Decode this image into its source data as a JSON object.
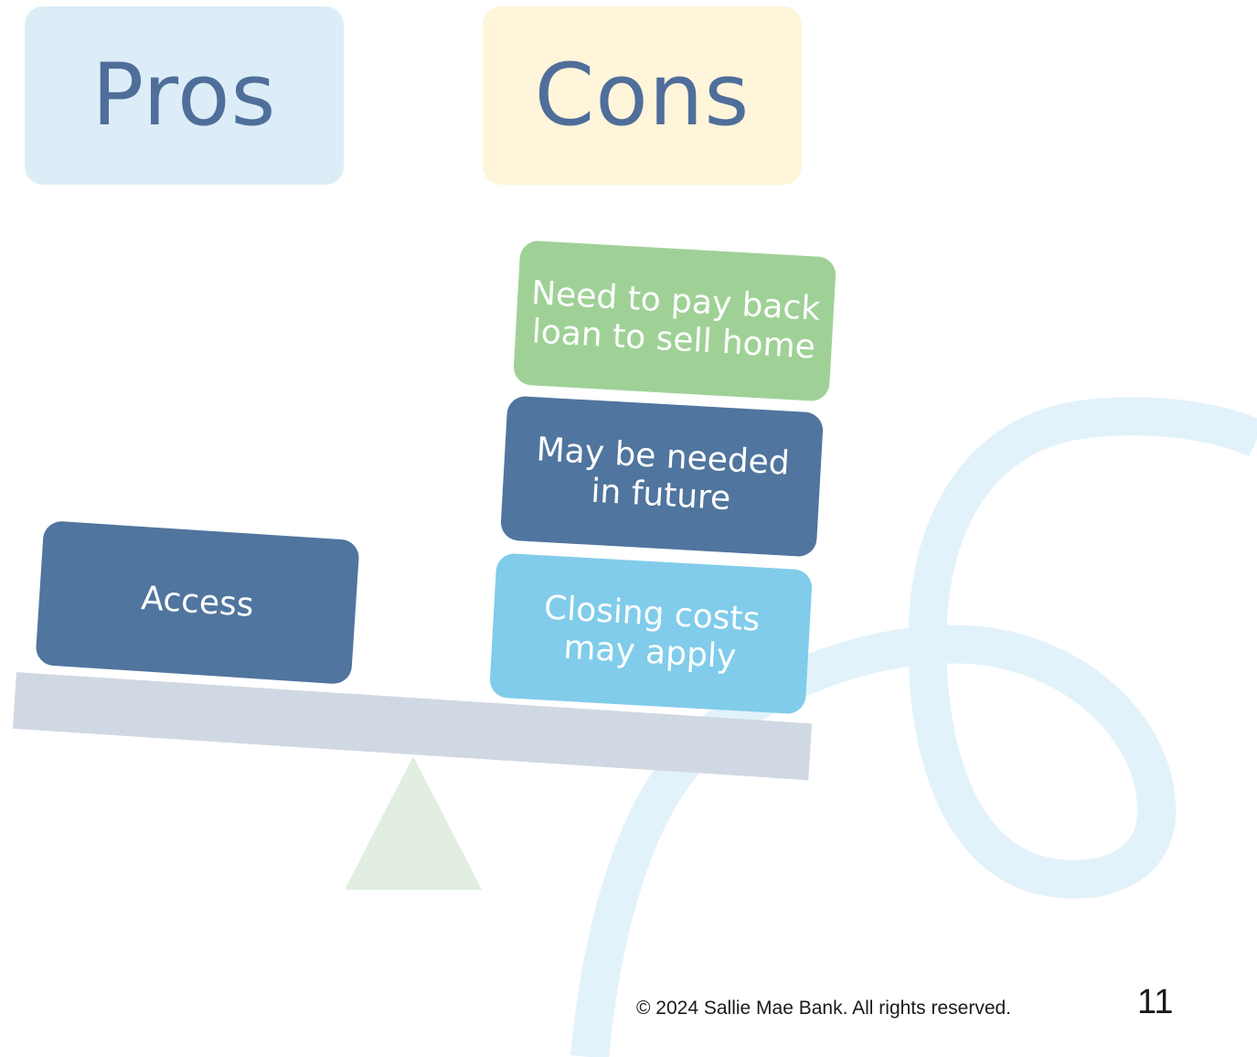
{
  "headers": {
    "pros": "Pros",
    "cons": "Cons"
  },
  "pros_items": [
    "Access"
  ],
  "cons_items": [
    "Need to pay back loan to sell home",
    "May be needed in future",
    "Closing costs may apply"
  ],
  "footer": {
    "copyright": "© 2024 Sallie Mae Bank. All rights reserved.",
    "page_number": "11"
  },
  "colors": {
    "header_text": "#4f6e9a",
    "pros_header_bg": "#dcedf7",
    "cons_header_bg": "#fff5db",
    "block_dark_blue": "#50759e",
    "block_light_blue": "#80ccea",
    "block_green": "#9fd196",
    "beam": "#d0d8e3",
    "fulcrum": "#e1eee1",
    "swirl": "#e2f2fb"
  }
}
